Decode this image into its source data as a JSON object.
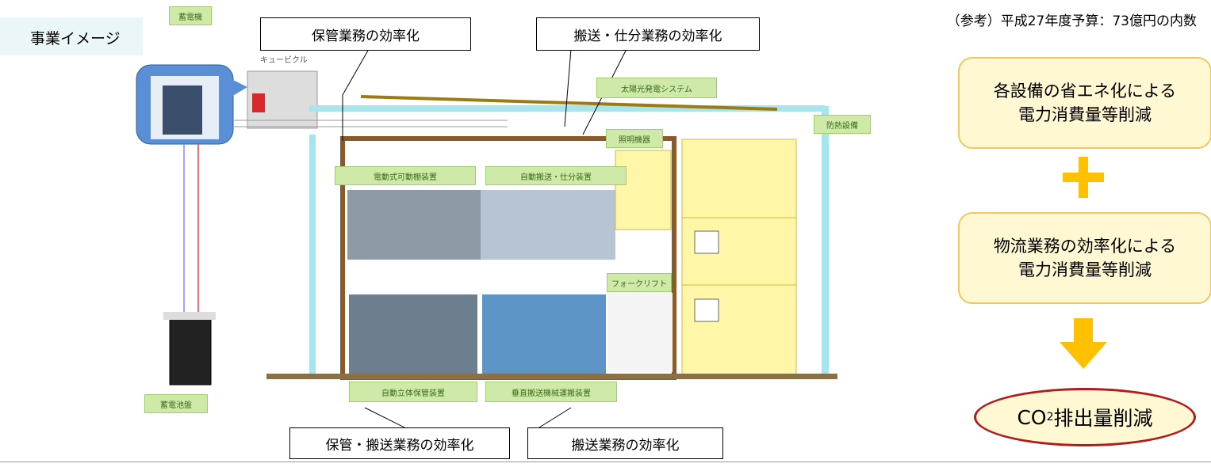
{
  "header": {
    "tag": "事業イメージ",
    "reference": "（参考）平成27年度予算：73億円の内数"
  },
  "callouts": {
    "storage": "保管業務の効率化",
    "transport_sorting": "搬送・仕分業務の効率化",
    "storage_transport": "保管・搬送業務の効率化",
    "transport": "搬送業務の効率化"
  },
  "diagram_labels": {
    "generator": "蓄電機",
    "cubicle": "キュービクル",
    "battery": "蓄電池盤",
    "solar": "太陽光発電システム",
    "roof_equipment": "防熱設備",
    "lighting": "照明機器",
    "auto_warehouse_upper": "電動式可動棚装置",
    "conveyor": "自動搬送・仕分装置",
    "auto_storage": "自動立体保管装置",
    "transport_device": "垂直搬送機械運搬装置",
    "forklift": "フォークリフト"
  },
  "flow": {
    "box1_line1": "各設備の省エネ化による",
    "box1_line2": "電力消費量等削減",
    "box2_line1": "物流業務の効率化による",
    "box2_line2": "電力消費量等削減",
    "result_prefix": "CO",
    "result_sub": "2",
    "result_suffix": "排出量削減"
  },
  "colors": {
    "accent_orange": "#ffc000",
    "box_fill": "#fff8d2",
    "box_border": "#f0c95a",
    "result_border": "#b01c1c"
  }
}
